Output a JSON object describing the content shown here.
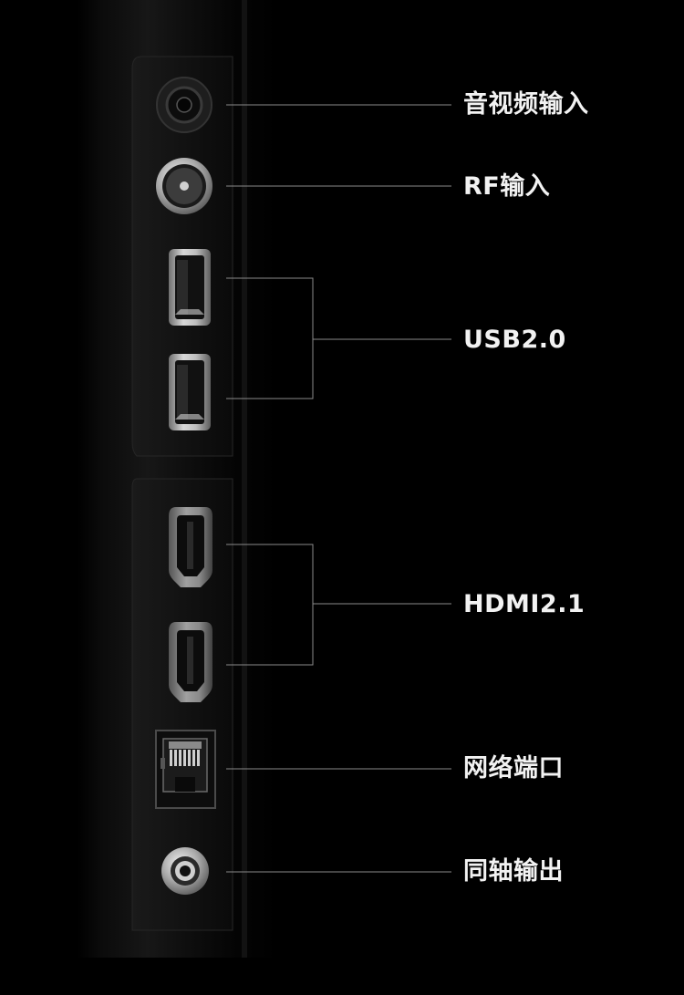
{
  "colors": {
    "background": "#000000",
    "panel": "#111111",
    "label_text": "#f2f2f2",
    "leader_line": "#8a8a8a"
  },
  "ports": [
    {
      "id": "av",
      "label": "音视频输入",
      "icon": "av-jack-icon"
    },
    {
      "id": "rf",
      "label": "RF输入",
      "icon": "rf-coax-icon"
    },
    {
      "id": "usb",
      "label": "USB2.0",
      "icon": "usb-port-icon",
      "count": 2
    },
    {
      "id": "hdmi",
      "label": "HDMI2.1",
      "icon": "hdmi-port-icon",
      "count": 2
    },
    {
      "id": "net",
      "label": "网络端口",
      "icon": "ethernet-port-icon"
    },
    {
      "id": "coax",
      "label": "同轴输出",
      "icon": "coaxial-output-icon"
    }
  ]
}
